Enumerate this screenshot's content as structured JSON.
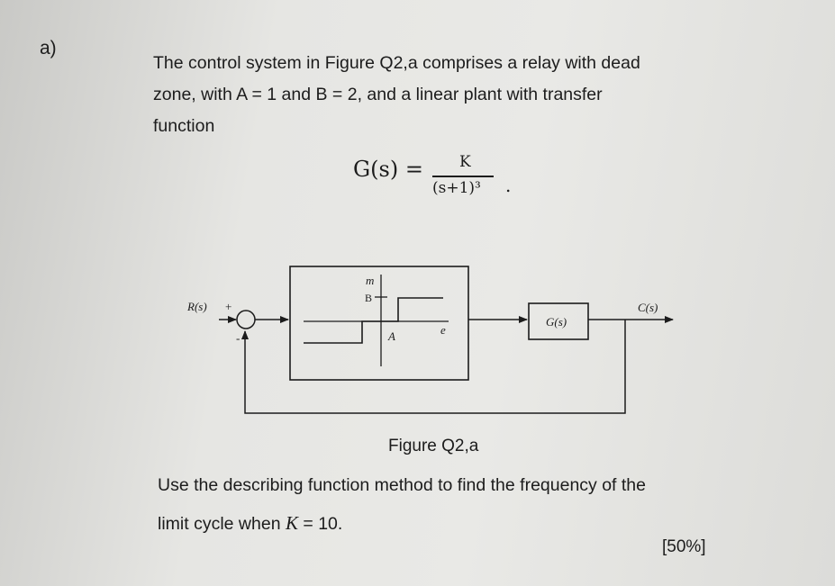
{
  "question": {
    "part_label": "a)",
    "paragraph_lines": [
      "The control system in Figure Q2,a comprises a relay with dead",
      "zone, with A = 1 and B = 2, and a linear plant with transfer",
      "function"
    ],
    "equation": {
      "lhs": "G(s) =",
      "numerator": "K",
      "denominator": "(s+1)³",
      "trailing": "."
    },
    "figure_caption": "Figure Q2,a",
    "task_line_1": "Use the describing function method to find the frequency of the",
    "task_line_2_prefix": "limit cycle when ",
    "task_line_2_var": "K",
    "task_line_2_suffix": " = 10.",
    "marks": "[50%]"
  },
  "diagram": {
    "input_label": "R(s)",
    "plus_sign": "+",
    "minus_sign": "-",
    "relay_m_label": "m",
    "relay_b_label": "B",
    "relay_a_label": "A",
    "relay_e_label": "e",
    "plant_label": "G(s)",
    "output_label": "C(s)"
  }
}
